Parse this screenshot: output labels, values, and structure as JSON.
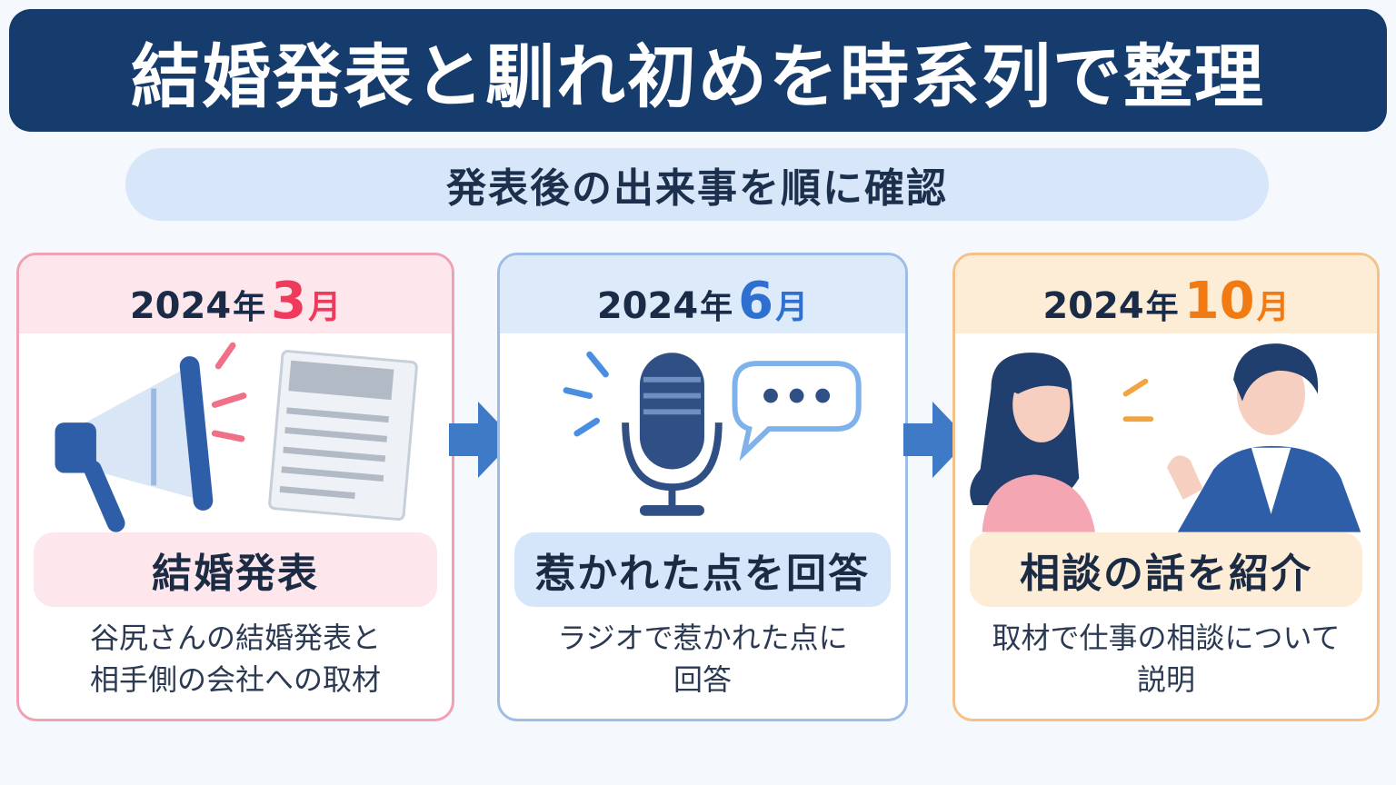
{
  "title": "結婚発表と馴れ初めを時系列で整理",
  "subtitle": "発表後の出来事を順に確認",
  "colors": {
    "title_bg": "#163c6e",
    "month_3": "#ee3a5c",
    "month_6": "#2f6fd0",
    "month_10": "#f27a12",
    "arrow": "#3f7ac6"
  },
  "cards": [
    {
      "year": "2024",
      "nen": "年",
      "month": "3",
      "tsuki": "月",
      "label": "結婚発表",
      "desc_lines": [
        "谷尻さんの結婚発表と",
        "相手側の会社への取材"
      ],
      "icons": [
        "megaphone-icon",
        "newspaper-icon"
      ]
    },
    {
      "year": "2024",
      "nen": "年",
      "month": "6",
      "tsuki": "月",
      "label": "惹かれた点を回答",
      "desc_lines": [
        "ラジオで惹かれた点に",
        "回答"
      ],
      "icons": [
        "microphone-icon",
        "speech-bubble-icon"
      ]
    },
    {
      "year": "2024",
      "nen": "年",
      "month": "10",
      "tsuki": "月",
      "label": "相談の話を紹介",
      "desc_lines": [
        "取材で仕事の相談について",
        "説明"
      ],
      "icons": [
        "woman-icon",
        "man-icon"
      ]
    }
  ]
}
